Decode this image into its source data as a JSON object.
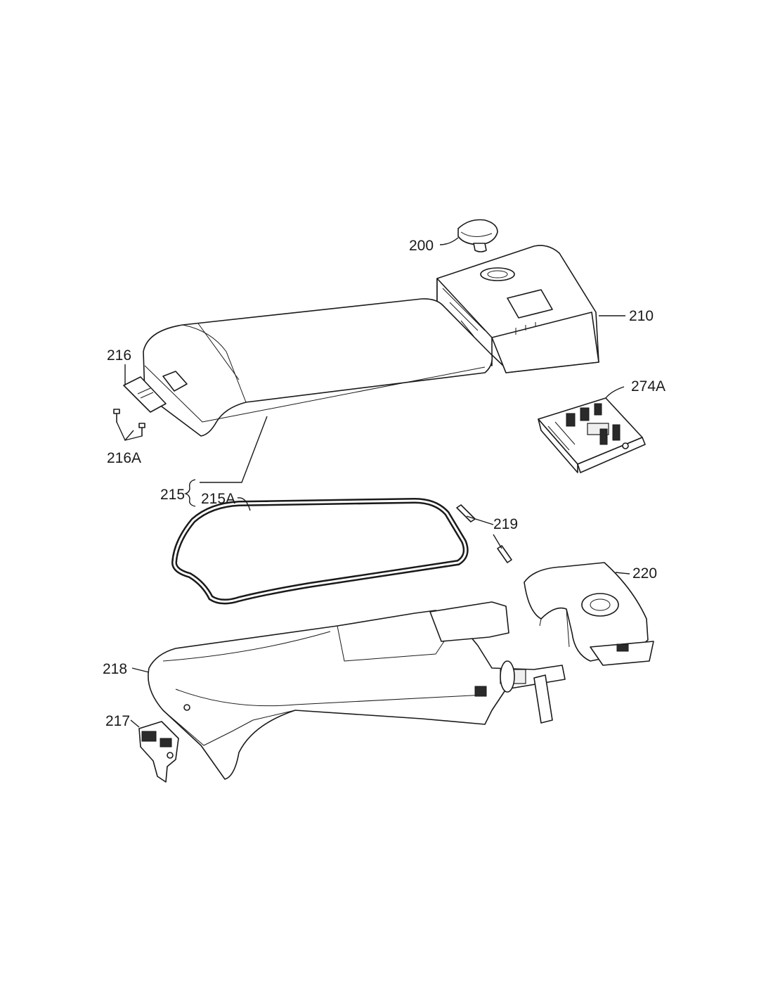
{
  "callouts": {
    "p200": "200",
    "p210": "210",
    "p216": "216",
    "p216a": "216A",
    "p274a": "274A",
    "p215": "215",
    "p215a": "215A",
    "p219": "219",
    "p220": "220",
    "p218": "218",
    "p217": "217"
  }
}
